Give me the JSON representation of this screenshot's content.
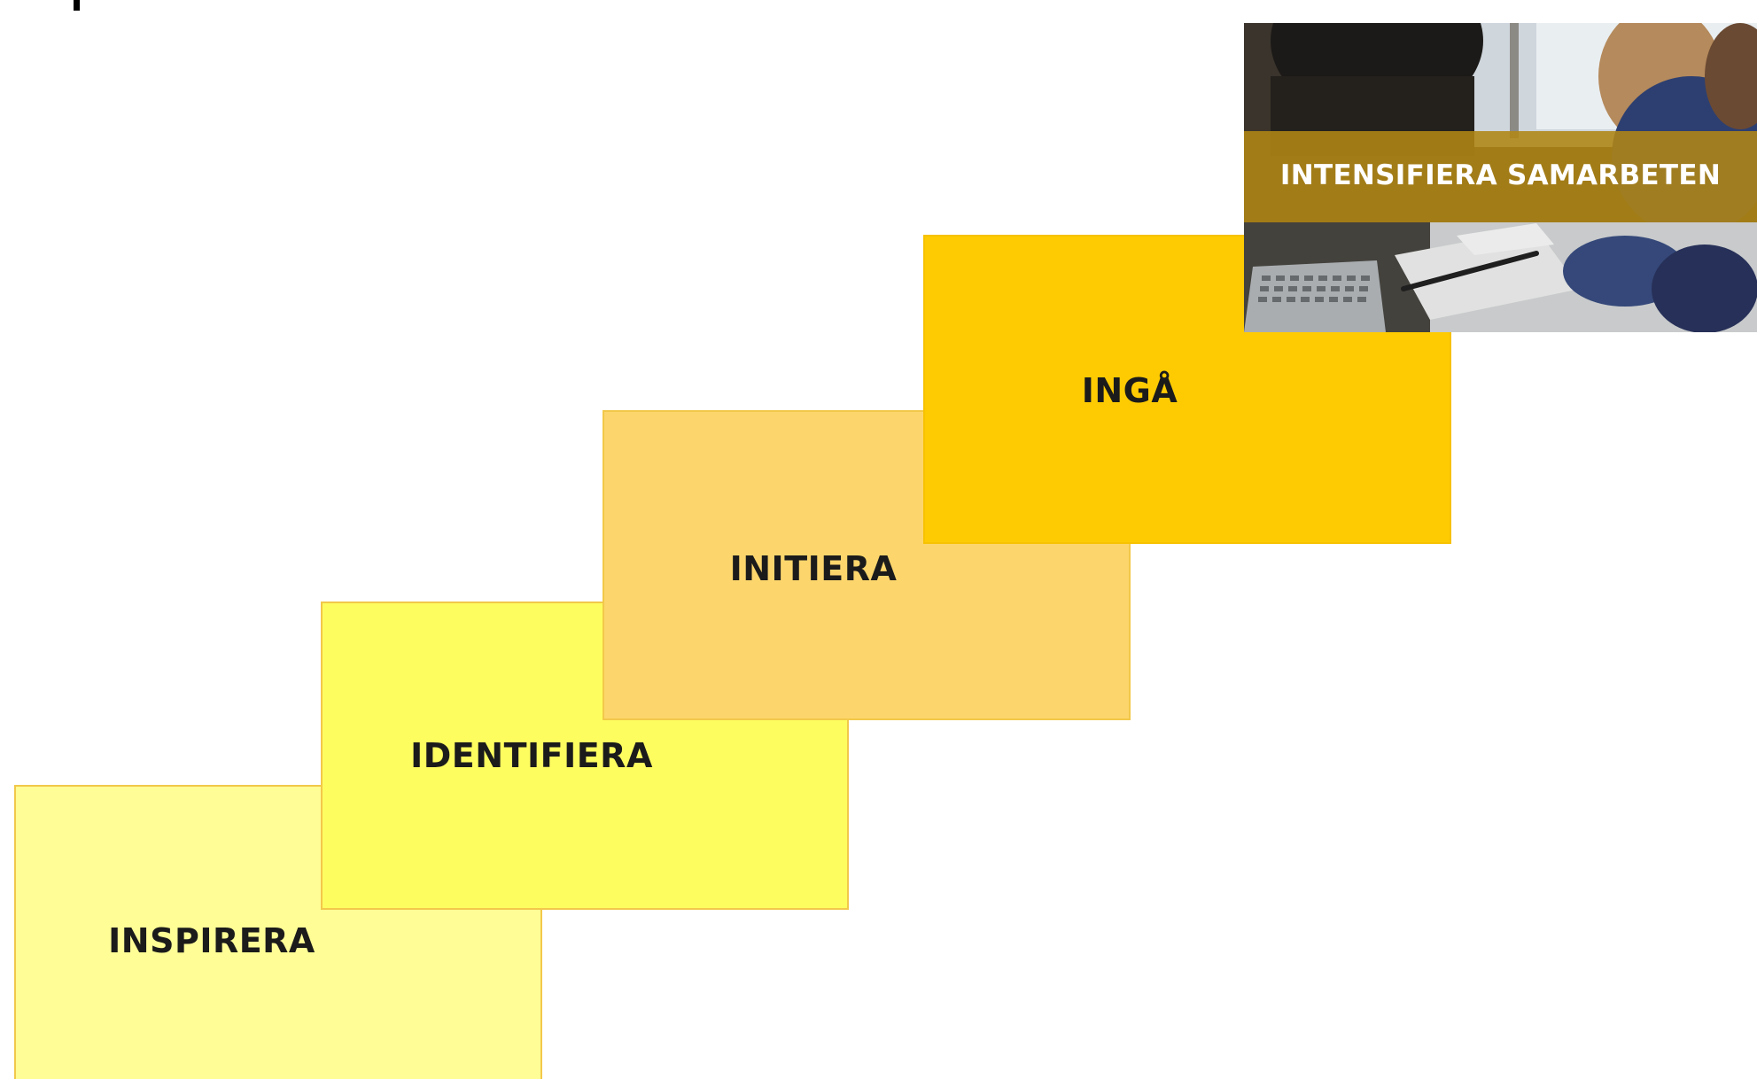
{
  "steps": [
    {
      "label": "INSPIRERA",
      "color": "#fefd96"
    },
    {
      "label": "IDENTIFIERA",
      "color": "#fefd60"
    },
    {
      "label": "INITIERA",
      "color": "#fcd66c"
    },
    {
      "label": "INGÅ",
      "color": "#fecb03"
    }
  ],
  "photo_card": {
    "caption": "INTENSIFIERA SAMARBETEN",
    "banner_color": "#b08614",
    "image": "team-collaboration-photo"
  }
}
